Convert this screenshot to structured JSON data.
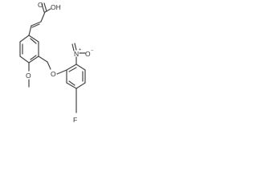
{
  "labels": {
    "carboxylic_oh": "OH",
    "carbonyl_o": "O",
    "methoxy_o": "O",
    "ether_o": "O",
    "nitro_n": "N",
    "nitro_charge_plus": "+",
    "nitro_o_minus": "O",
    "nitro_charge_minus": "−",
    "fluorine": "F"
  },
  "colors": {
    "bond": "#444444",
    "text": "#333333",
    "background": "#ffffff"
  }
}
